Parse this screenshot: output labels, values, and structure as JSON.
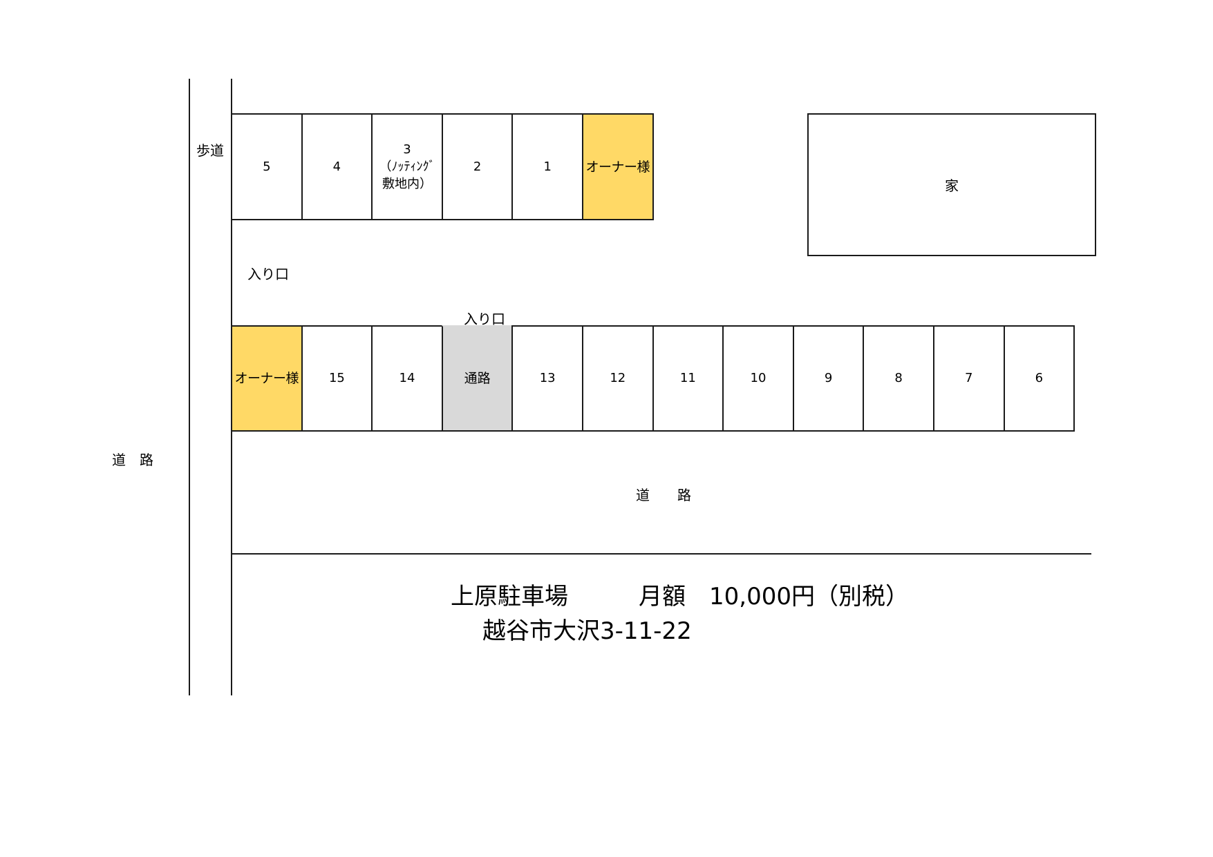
{
  "labels": {
    "sidewalk": "歩道",
    "entrance_upper": "入り口",
    "entrance_lower": "入り口",
    "road_left": "道　路",
    "road_bottom": "道　　路",
    "house": "家"
  },
  "top_row": [
    {
      "id": "5",
      "text": "5",
      "type": "space"
    },
    {
      "id": "4",
      "text": "4",
      "type": "space"
    },
    {
      "id": "3",
      "text": "3\n（ﾉｯﾃｨﾝｸﾞ\n敷地内）",
      "type": "space"
    },
    {
      "id": "2",
      "text": "2",
      "type": "space"
    },
    {
      "id": "1",
      "text": "1",
      "type": "space"
    },
    {
      "id": "owner-top",
      "text": "オーナー様",
      "type": "owner"
    }
  ],
  "bottom_row": [
    {
      "id": "owner-bottom",
      "text": "オーナー様",
      "type": "owner"
    },
    {
      "id": "15",
      "text": "15",
      "type": "space"
    },
    {
      "id": "14",
      "text": "14",
      "type": "space"
    },
    {
      "id": "path",
      "text": "通路",
      "type": "path"
    },
    {
      "id": "13",
      "text": "13",
      "type": "space"
    },
    {
      "id": "12",
      "text": "12",
      "type": "space"
    },
    {
      "id": "11",
      "text": "11",
      "type": "space"
    },
    {
      "id": "10",
      "text": "10",
      "type": "space"
    },
    {
      "id": "9",
      "text": "9",
      "type": "space"
    },
    {
      "id": "8",
      "text": "8",
      "type": "space"
    },
    {
      "id": "7",
      "text": "7",
      "type": "space"
    },
    {
      "id": "6",
      "text": "6",
      "type": "space"
    }
  ],
  "info": {
    "line1": "上原駐車場　　　月額　10,000円（別税）",
    "line2": "越谷市大沢3-11-22"
  },
  "colors": {
    "owner": "#FFD966",
    "path": "#D9D9D9",
    "line": "#1a1a1a"
  }
}
